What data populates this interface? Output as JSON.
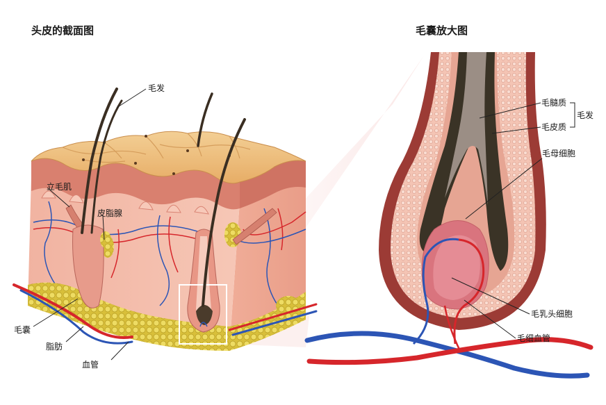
{
  "left_panel": {
    "title": "头皮的截面图",
    "labels": {
      "hair": "毛发",
      "arrector_pili": "立毛肌",
      "sebaceous_gland": "皮脂腺",
      "follicle": "毛囊",
      "fat": "脂肪",
      "blood_vessel": "血管"
    }
  },
  "right_panel": {
    "title": "毛囊放大图",
    "labels": {
      "medulla": "毛髓质",
      "cortex": "毛皮质",
      "hair_group": "毛发",
      "matrix_cell": "毛母细胞",
      "papilla_cell": "毛乳头细胞",
      "capillary": "毛细血管"
    }
  },
  "colors": {
    "skin_top": "#e9b877",
    "dermis": "#f3b8a5",
    "epidermis": "#d98474",
    "fat": "#e7d24a",
    "artery": "#d6262b",
    "vein": "#2c55b5",
    "hair": "#3a2e22",
    "follicle_outer": "#9c3b35",
    "follicle_inner": "#f0b7a8"
  }
}
